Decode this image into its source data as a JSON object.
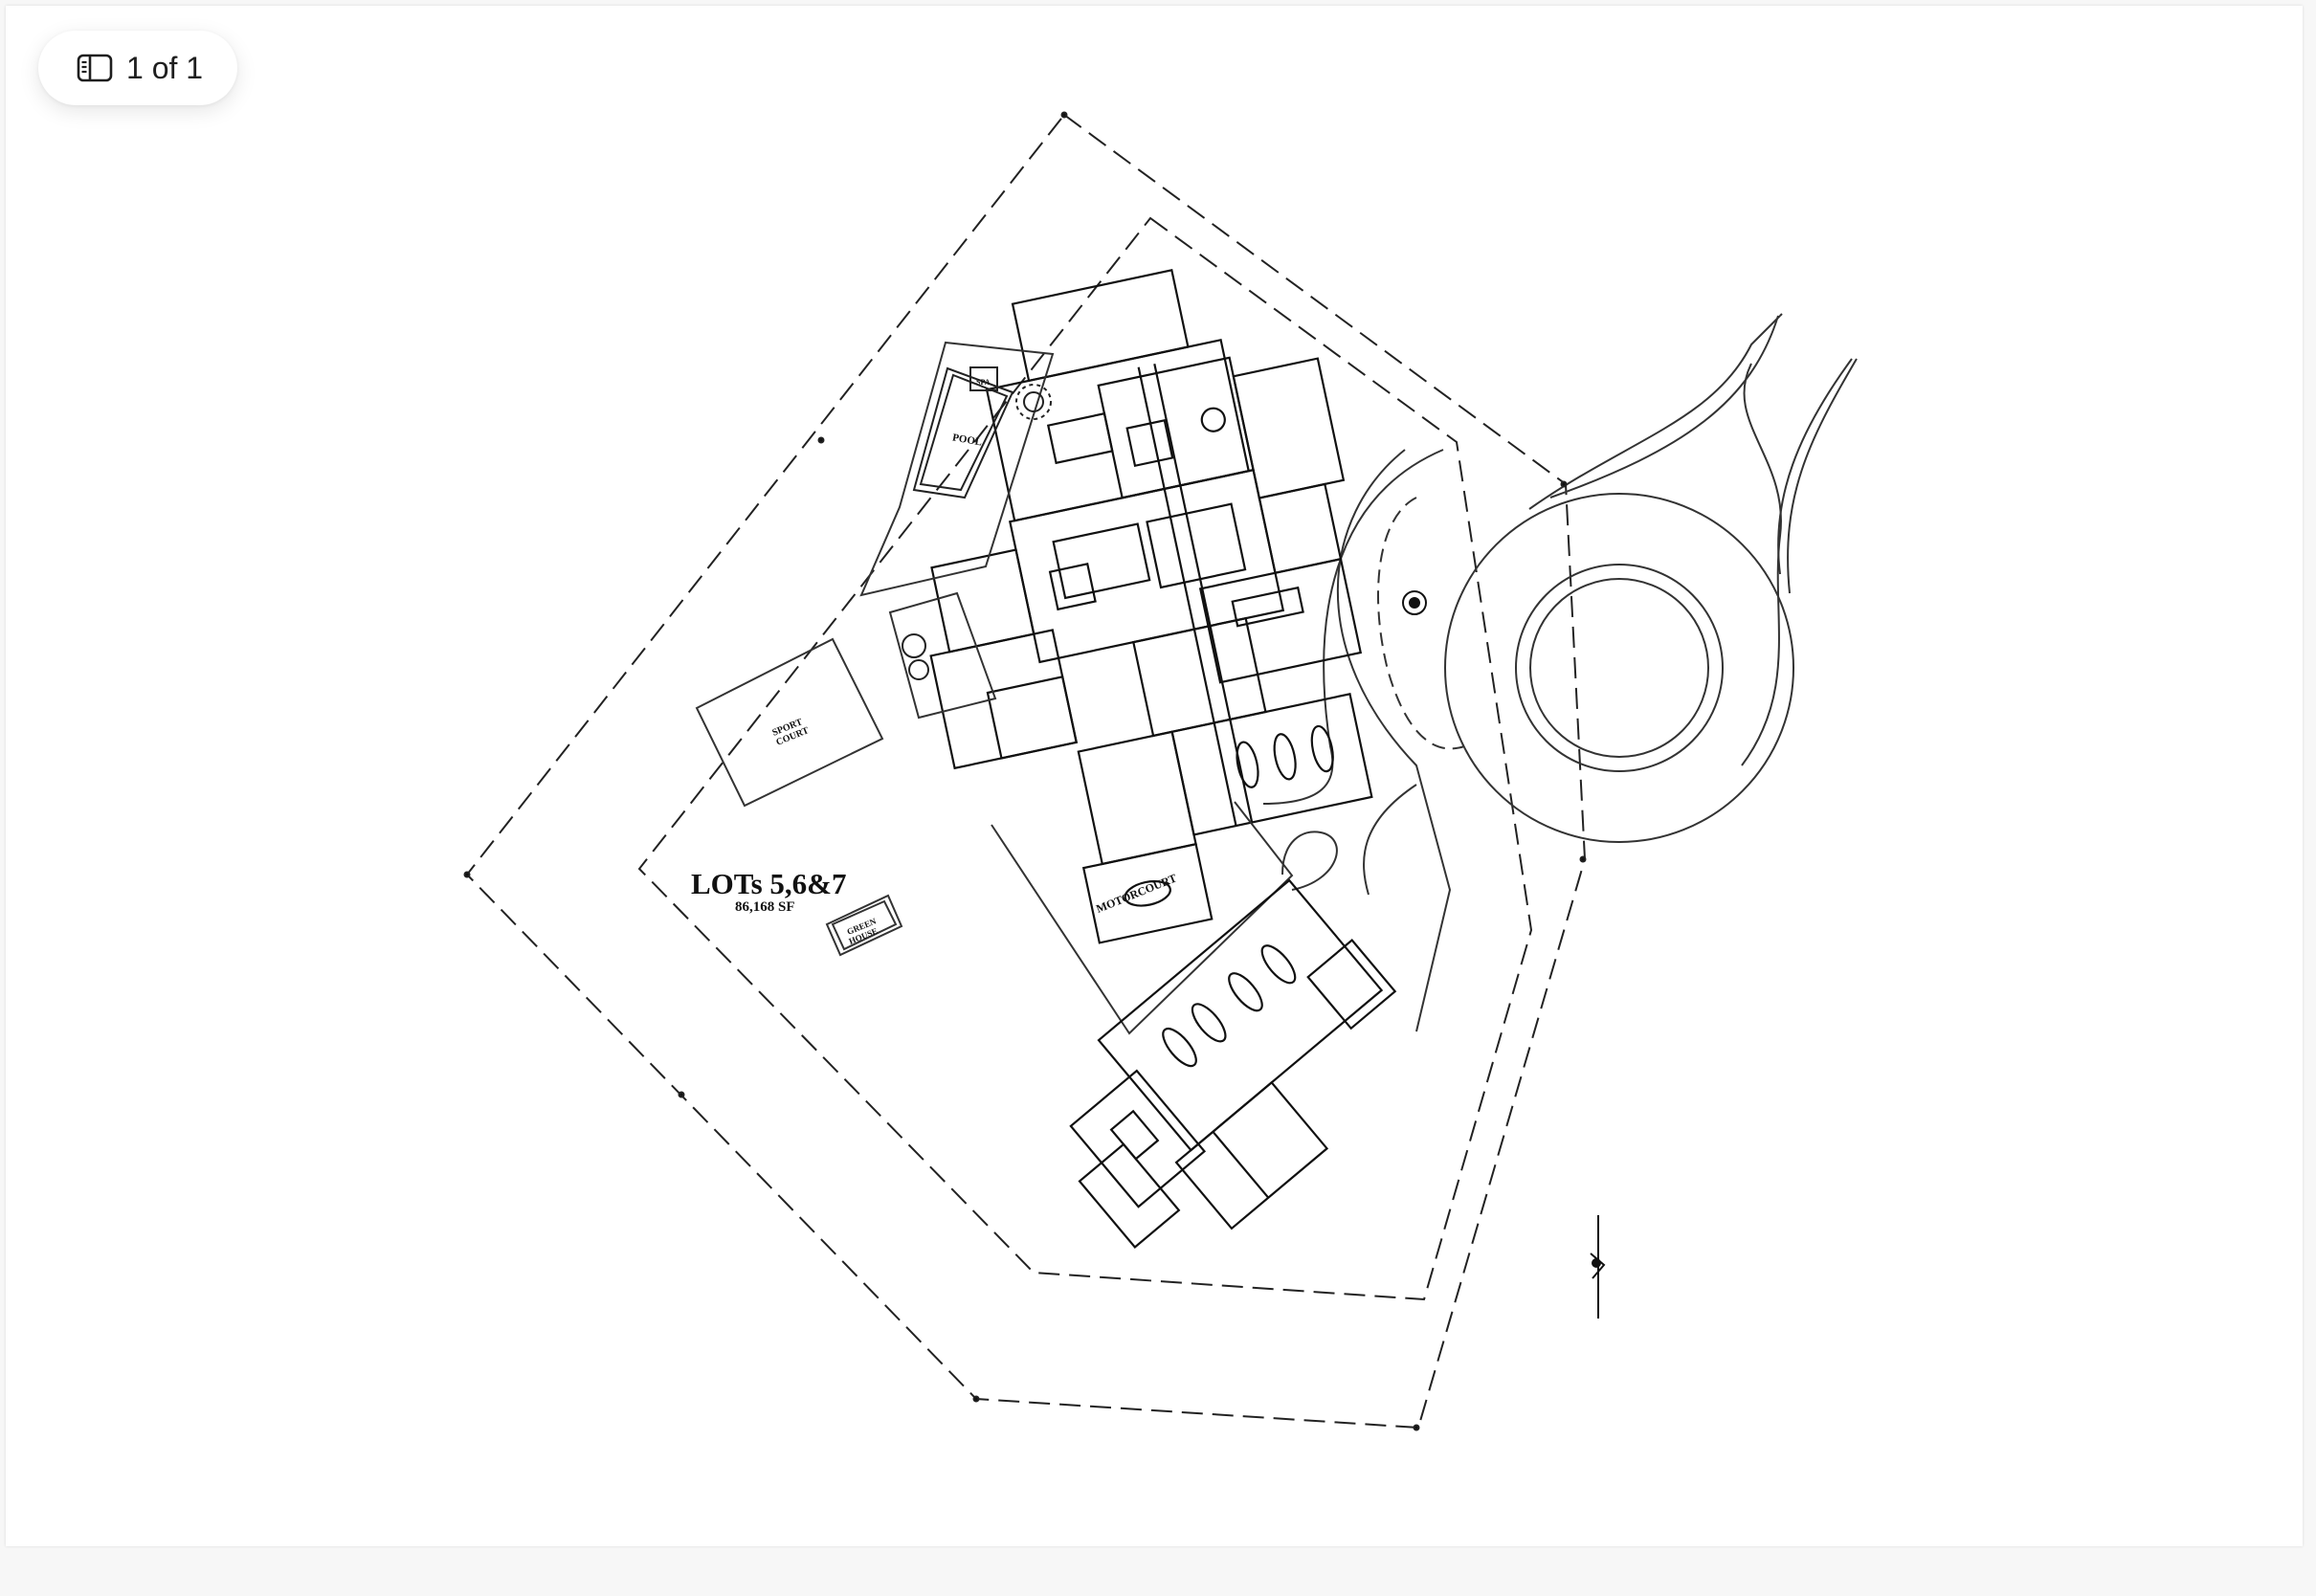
{
  "viewer": {
    "page_indicator": "1 of 1",
    "icon": "sidebar-panel-icon"
  },
  "plan": {
    "lot_title": "LOTs 5,6&7",
    "lot_area": "86,168 SF",
    "labels": {
      "pool": "POOL",
      "spa": "SPA",
      "sport_court_1": "SPORT",
      "sport_court_2": "COURT",
      "green_house_1": "GREEN",
      "green_house_2": "HOUSE",
      "motorcourt": "MOTORCOURT"
    },
    "north_arrow": "north-arrow-icon"
  }
}
